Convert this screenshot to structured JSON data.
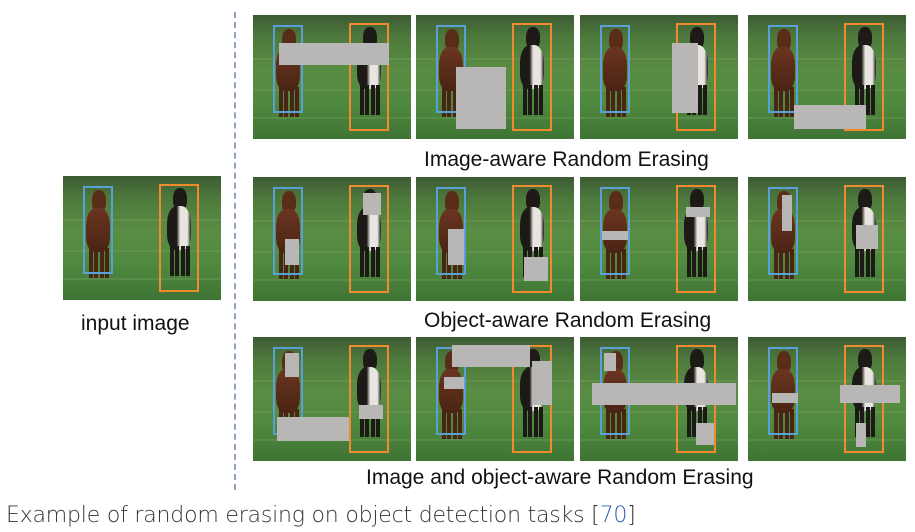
{
  "captions": {
    "input": "input image",
    "row1": "Image-aware Random Erasing",
    "row2": "Object-aware Random Erasing",
    "row3": "Image and object-aware Random Erasing"
  },
  "footer": {
    "text": "Example of random erasing on object detection tasks [",
    "ref": "70",
    "close": "]"
  },
  "colors": {
    "left_box": "#5aa0d8",
    "right_box": "#f08a2c",
    "erase_patch": "#b9b7b5",
    "grass": "#4f8a3f"
  }
}
